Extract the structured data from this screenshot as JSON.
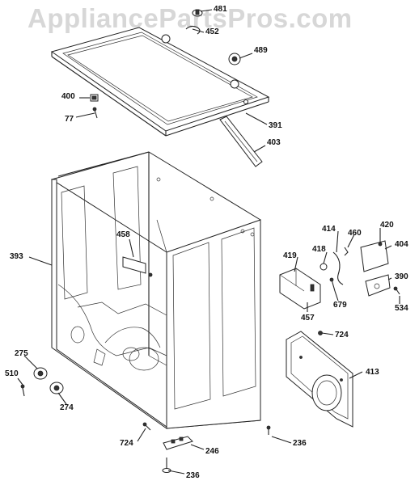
{
  "watermark": "AppliancePartsPros.com",
  "callouts": {
    "c481": "481",
    "c452": "452",
    "c489": "489",
    "c400": "400",
    "c77": "77",
    "c391": "391",
    "c403": "403",
    "c458": "458",
    "c393": "393",
    "c414": "414",
    "c420": "420",
    "c460": "460",
    "c418": "418",
    "c404": "404",
    "c419": "419",
    "c390": "390",
    "c679": "679",
    "c534": "534",
    "c457": "457",
    "c724a": "724",
    "c413": "413",
    "c275": "275",
    "c510": "510",
    "c274": "274",
    "c724b": "724",
    "c246": "246",
    "c236a": "236",
    "c236b": "236"
  }
}
